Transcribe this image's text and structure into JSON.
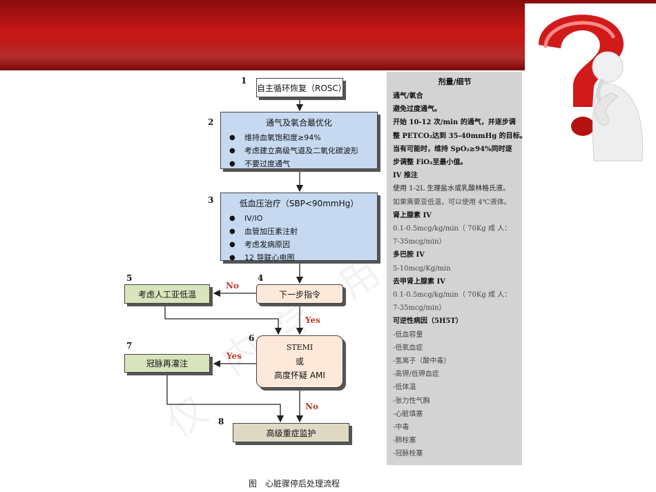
{
  "flowchart": {
    "n1": {
      "num": "1",
      "label": "自主循环恢复（ROSC）"
    },
    "n2": {
      "num": "2",
      "title": "通气及氧合最优化",
      "items": [
        "维持血氧饱和度≥94%",
        "考虑建立高级气道及二氧化碳波形",
        "不要过度通气"
      ]
    },
    "n3": {
      "num": "3",
      "title": "低血压治疗（SBP<90mmHg）",
      "items": [
        "IV/IO",
        "血管加压素注射",
        "考虑发病原因",
        "12 导联心电图"
      ]
    },
    "n4": {
      "num": "4",
      "label": "下一步指令"
    },
    "n5": {
      "num": "5",
      "label": "考虑人工亚低温"
    },
    "n6": {
      "num": "6",
      "line1": "STEMI",
      "line2": "或",
      "line3": "高度怀疑 AMI"
    },
    "n7": {
      "num": "7",
      "label": "冠脉再灌注"
    },
    "n8": {
      "num": "8",
      "label": "高级重症监护"
    },
    "labels": {
      "no_4_5": "No",
      "yes_4_6": "Yes",
      "yes_6_7": "Yes",
      "no_6_8": "No"
    }
  },
  "panel": {
    "title": "剂量/细节",
    "lines": [
      {
        "text": "通气/氧合",
        "style": "b"
      },
      {
        "text": "避免过度通气。",
        "style": "b"
      },
      {
        "text": "开始 10-12 次/min 的通气，并逐步调",
        "style": "b"
      },
      {
        "text": "整 PETCO₂达到 35-40mmHg 的目标。",
        "style": "b"
      },
      {
        "text": "当有可能时，维持 SpO₂≥94%同时逐",
        "style": "b"
      },
      {
        "text": "步调整 FiO₂至最小值。",
        "style": "b"
      },
      {
        "text": "IV 推注",
        "style": "b"
      },
      {
        "text": "使用 1-2L 生理盐水或乳酸林格氏液。",
        "style": "t"
      },
      {
        "text": "如果需要亚低温，可以使用 4℃液体。",
        "style": "g"
      },
      {
        "text": "肾上腺素 IV",
        "style": "b"
      },
      {
        "text": "0.1-0.5mcg/kg/min（ 70Kg 成 人：",
        "style": "g"
      },
      {
        "text": "7-35mcg/min）",
        "style": "g"
      },
      {
        "text": "多巴胺 IV",
        "style": "b"
      },
      {
        "text": "5-10mcg/Kg/min",
        "style": "g"
      },
      {
        "text": "去甲肾上腺素 IV",
        "style": "b"
      },
      {
        "text": "0.1-0.5mcg/kg/min（ 70Kg 成 人：",
        "style": "g"
      },
      {
        "text": "7-35mcg/min）",
        "style": "g"
      },
      {
        "text": "可逆性病因（5H5T）",
        "style": "b"
      },
      {
        "text": "-低血容量",
        "style": "g"
      },
      {
        "text": "-低氧血症",
        "style": "g"
      },
      {
        "text": "-氢离子（酸中毒）",
        "style": "g"
      },
      {
        "text": "-高钾/低钾血症",
        "style": "g"
      },
      {
        "text": "-低体温",
        "style": "g"
      },
      {
        "text": "-张力性气胸",
        "style": "g"
      },
      {
        "text": "-心脏填塞",
        "style": "g"
      },
      {
        "text": "-中毒",
        "style": "g"
      },
      {
        "text": "-肺栓塞",
        "style": "g"
      },
      {
        "text": "-冠脉栓塞",
        "style": "g"
      }
    ]
  },
  "caption": "图　心脏骤停后处理流程",
  "colors": {
    "topbar": "#c81818",
    "blue": "#c6d9f1",
    "peach": "#fde9d9",
    "green": "#d8e4bc",
    "tan": "#ddd9c3",
    "panel": "#d3d3d3",
    "yesno": "#c0392b"
  },
  "icons": {
    "figure": "question-mark-person-icon"
  }
}
